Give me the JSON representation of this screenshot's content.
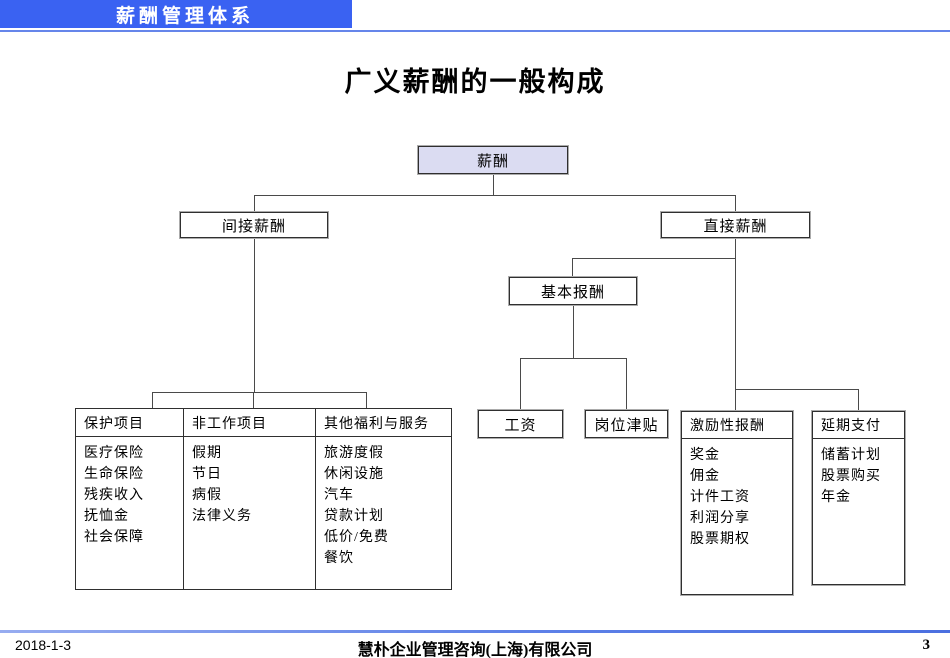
{
  "header": {
    "label": "薪酬管理体系"
  },
  "slide": {
    "title": "广义薪酬的一般构成",
    "date": "2018-1-3",
    "company": "慧朴企业管理咨询(上海)有限公司",
    "page_number": "3"
  },
  "tree": {
    "root": "薪酬",
    "indirect": "间接薪酬",
    "direct": "直接薪酬",
    "basic": "基本报酬",
    "wage": "工资",
    "allowance": "岗位津贴",
    "benefits": {
      "columns": [
        {
          "header": "保护项目",
          "items": [
            "医疗保险",
            "生命保险",
            "残疾收入",
            "抚恤金",
            "社会保障"
          ]
        },
        {
          "header": "非工作项目",
          "items": [
            "假期",
            "节日",
            "病假",
            "法律义务"
          ]
        },
        {
          "header": "其他福利与服务",
          "items": [
            "旅游度假",
            "休闲设施",
            "汽车",
            "贷款计划",
            "低价/免费",
            "餐饮"
          ]
        }
      ]
    },
    "incentive": {
      "header": "激励性报酬",
      "items": [
        "奖金",
        "佣金",
        "计件工资",
        "利润分享",
        "股票期权"
      ]
    },
    "deferred": {
      "header": "延期支付",
      "items": [
        "储蓄计划",
        "股票购买",
        "年金"
      ]
    }
  },
  "colors": {
    "bar_blue": "#3A62F2",
    "divider_blue": "#6585EA",
    "root_box_fill": "#DBDCF2",
    "line_gray": "#4A4A4A"
  }
}
